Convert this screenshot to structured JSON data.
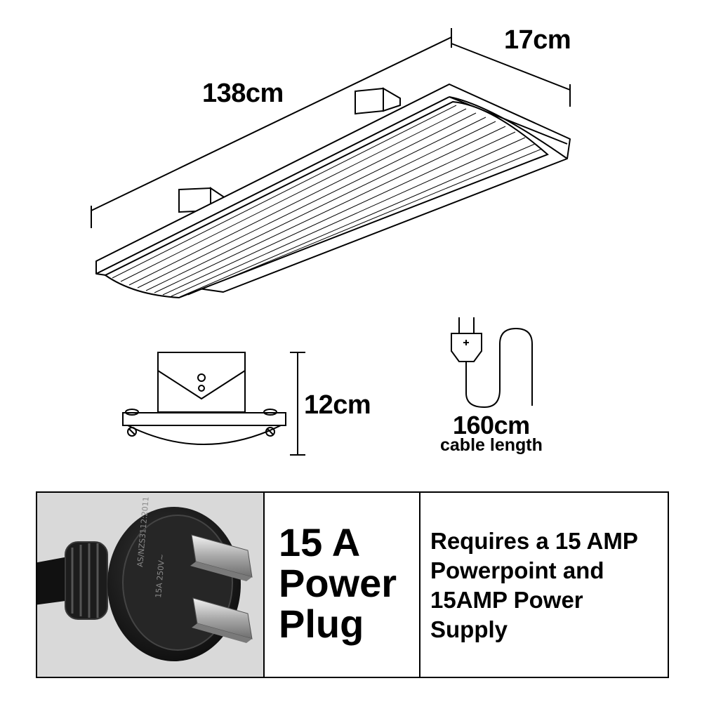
{
  "dimensions": {
    "length": "138cm",
    "width": "17cm",
    "height": "12cm"
  },
  "cable": {
    "length": "160cm",
    "caption": "cable length"
  },
  "plug_spec": {
    "title_lines": [
      "15 A",
      "Power",
      "Plug"
    ],
    "description_lines": [
      "Requires a 15 AMP",
      "Powerpoint and",
      "15AMP Power",
      "Supply"
    ],
    "photo_icon": "plug-photo",
    "plug_markings": {
      "rating": "15A 250V~",
      "standard": "AS/NZS3112:2011"
    }
  },
  "colors": {
    "line": "#000000",
    "photo_background": "#d9d9d9",
    "plug_body": "#1a1a1a",
    "pin_metal": "#c8c8c8"
  }
}
